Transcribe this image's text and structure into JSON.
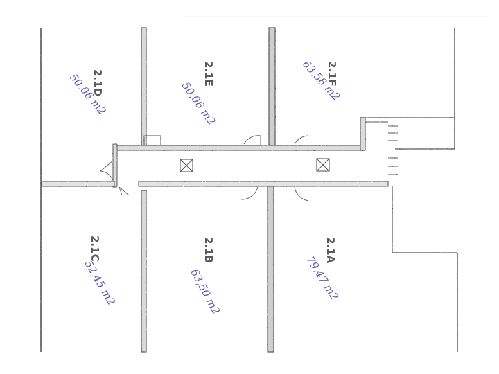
{
  "plan": {
    "units": [
      {
        "id": "2.1D",
        "area": "50,06 m2"
      },
      {
        "id": "2.1E",
        "area": "50,06 m2"
      },
      {
        "id": "2.1F",
        "area": "63,58 m2"
      },
      {
        "id": "2.1C",
        "area": "52,45 m2"
      },
      {
        "id": "2.1B",
        "area": "63,50 m2"
      },
      {
        "id": "2.1A",
        "area": "79,47 m2"
      }
    ]
  }
}
